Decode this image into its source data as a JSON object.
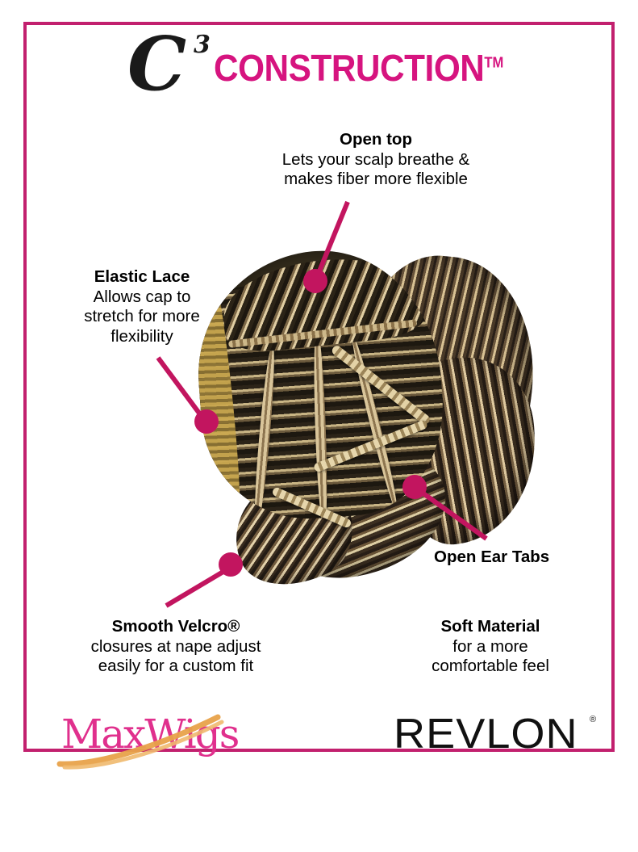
{
  "page": {
    "background": "#ffffff",
    "frame_color": "#c2206e"
  },
  "header": {
    "logo_letter": "C",
    "logo_superscript": "3",
    "wordmark": "CONSTRUCTION",
    "trademark": "TM",
    "wordmark_color": "#d6147f",
    "logo_color": "#1a1a1a"
  },
  "callouts": [
    {
      "id": "open-top",
      "title": "Open top",
      "lines": [
        "Lets your scalp breathe &",
        "makes fiber more flexible"
      ],
      "dot_color": "#c2155f"
    },
    {
      "id": "elastic-lace",
      "title": "Elastic Lace",
      "lines": [
        "Allows cap to",
        "stretch for more",
        "flexibility"
      ],
      "dot_color": "#c2155f"
    },
    {
      "id": "open-ear-tabs",
      "title": "Open Ear Tabs",
      "lines": [],
      "dot_color": "#c2155f"
    },
    {
      "id": "smooth-velcro",
      "title": "Smooth Velcro®",
      "lines": [
        "closures at nape adjust",
        "easily for a custom fit"
      ],
      "dot_color": "#c2155f"
    },
    {
      "id": "soft-material",
      "title": "Soft Material",
      "lines": [
        "for a more",
        "comfortable feel"
      ],
      "dot_color": "#c2155f"
    }
  ],
  "product_image": {
    "alt_name": "wig-cap-interior-photo"
  },
  "footer": {
    "maxwigs_text": "MaxWigs",
    "maxwigs_color": "#e0308d",
    "maxwigs_swoosh_color": "#e8a24a",
    "revlon_text": "REVLON",
    "revlon_registered": "®",
    "revlon_color": "#111111"
  }
}
